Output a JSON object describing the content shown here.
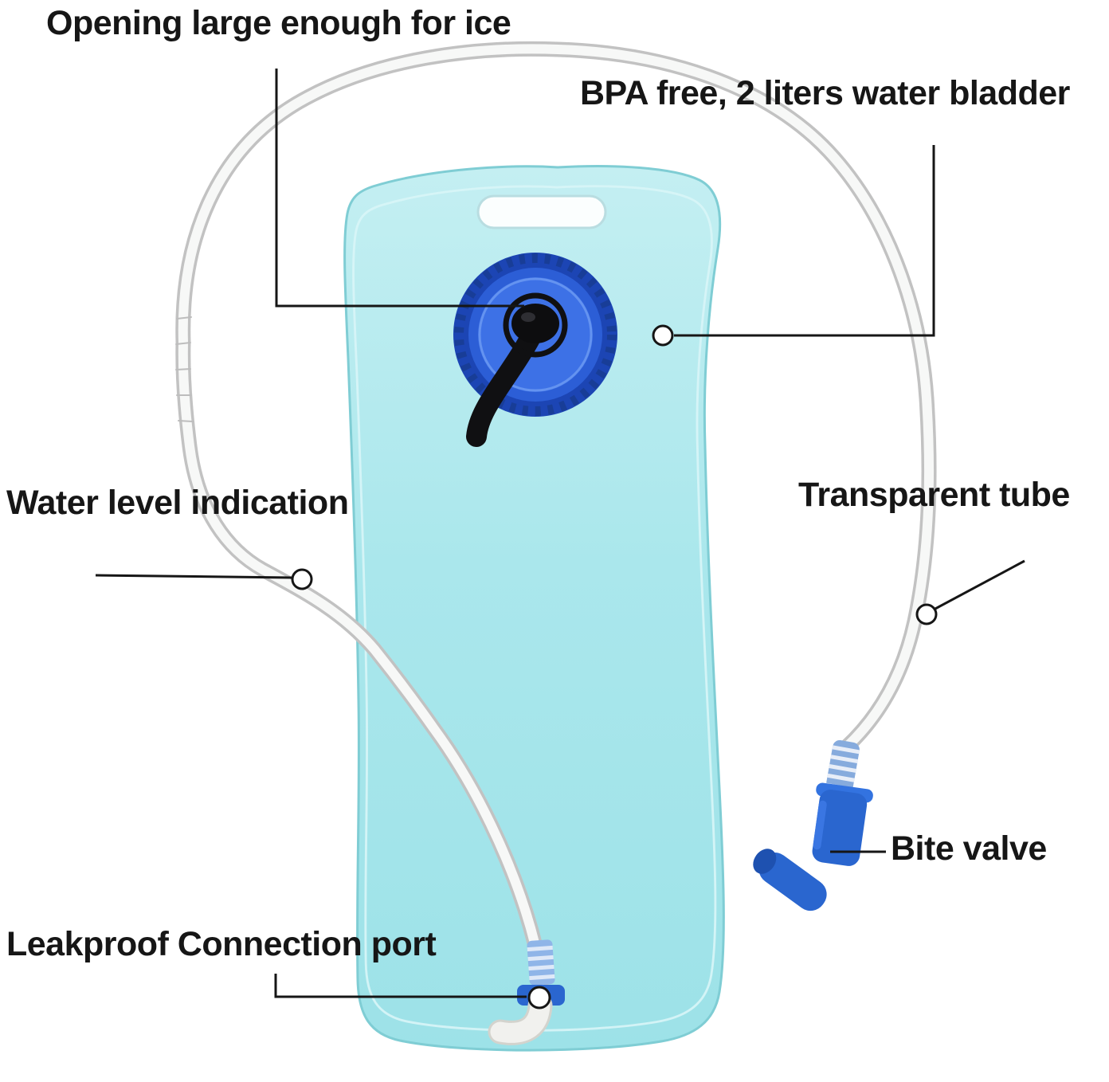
{
  "figure": {
    "type": "annotated-product-diagram",
    "subject": "hydration water bladder with drinking tube"
  },
  "labels": {
    "opening": "Opening large enough for ice",
    "bpa": "BPA free, 2 liters water bladder",
    "water_level": "Water level indication",
    "transparent_tube": "Transparent tube",
    "bite_valve": "Bite valve",
    "leakproof": "Leakproof Connection port"
  },
  "colors": {
    "background": "#ffffff",
    "label_text": "#161616",
    "callout_line": "#161616",
    "bladder_fill": "#a9e6ec",
    "bladder_edge": "#7fcdd4",
    "cap_rim_blue": "#1c45b4",
    "cap_top_blue": "#3d71e6",
    "valve_blue": "#2a66cf",
    "tube_edge": "#c2c2c2",
    "tube_fill": "#f7f8f7",
    "knob_black": "#0d0d0f"
  }
}
